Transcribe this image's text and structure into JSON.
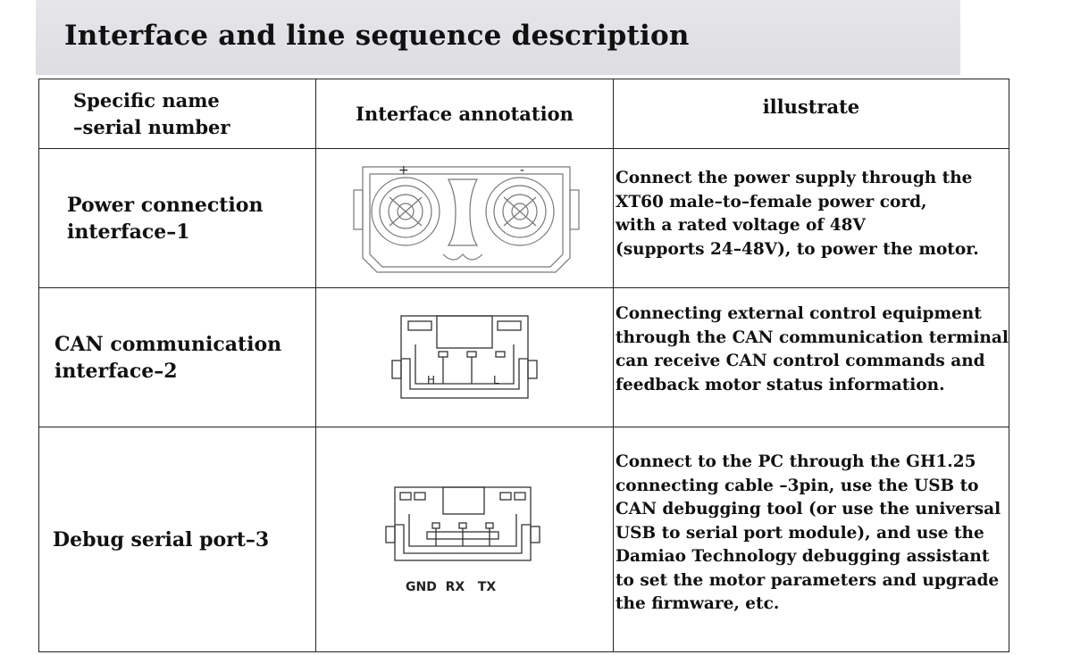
{
  "title": "Interface and line sequence description",
  "headers": {
    "name_line1": "Specific name",
    "name_line2": "–serial number",
    "annotation": "Interface annotation",
    "illustrate": "illustrate"
  },
  "rows": [
    {
      "name_line1": "Power connection",
      "name_line2": "interface–1",
      "plus_label": "+",
      "minus_label": "-",
      "desc": [
        "Connect the power supply through the",
        "XT60 male–to–female power cord,",
        "with a rated voltage of 48V",
        "(supports 24–48V), to power the motor."
      ]
    },
    {
      "name_line1": "CAN communication",
      "name_line2": "interface–2",
      "pin_h": "H",
      "pin_l": "L",
      "desc": [
        "Connecting external control equipment",
        "through the CAN communication terminal",
        "can receive CAN control commands and",
        "feedback motor status information."
      ]
    },
    {
      "name_line1": "Debug serial port–3",
      "pins": "GND  RX   TX",
      "desc": [
        "Connect to the PC through the GH1.25",
        "connecting cable –3pin, use the USB to",
        "CAN debugging tool (or use the universal",
        "USB to serial port module), and use the",
        "Damiao Technology debugging assistant",
        "to set the motor parameters and upgrade",
        "the firmware, etc."
      ]
    }
  ]
}
